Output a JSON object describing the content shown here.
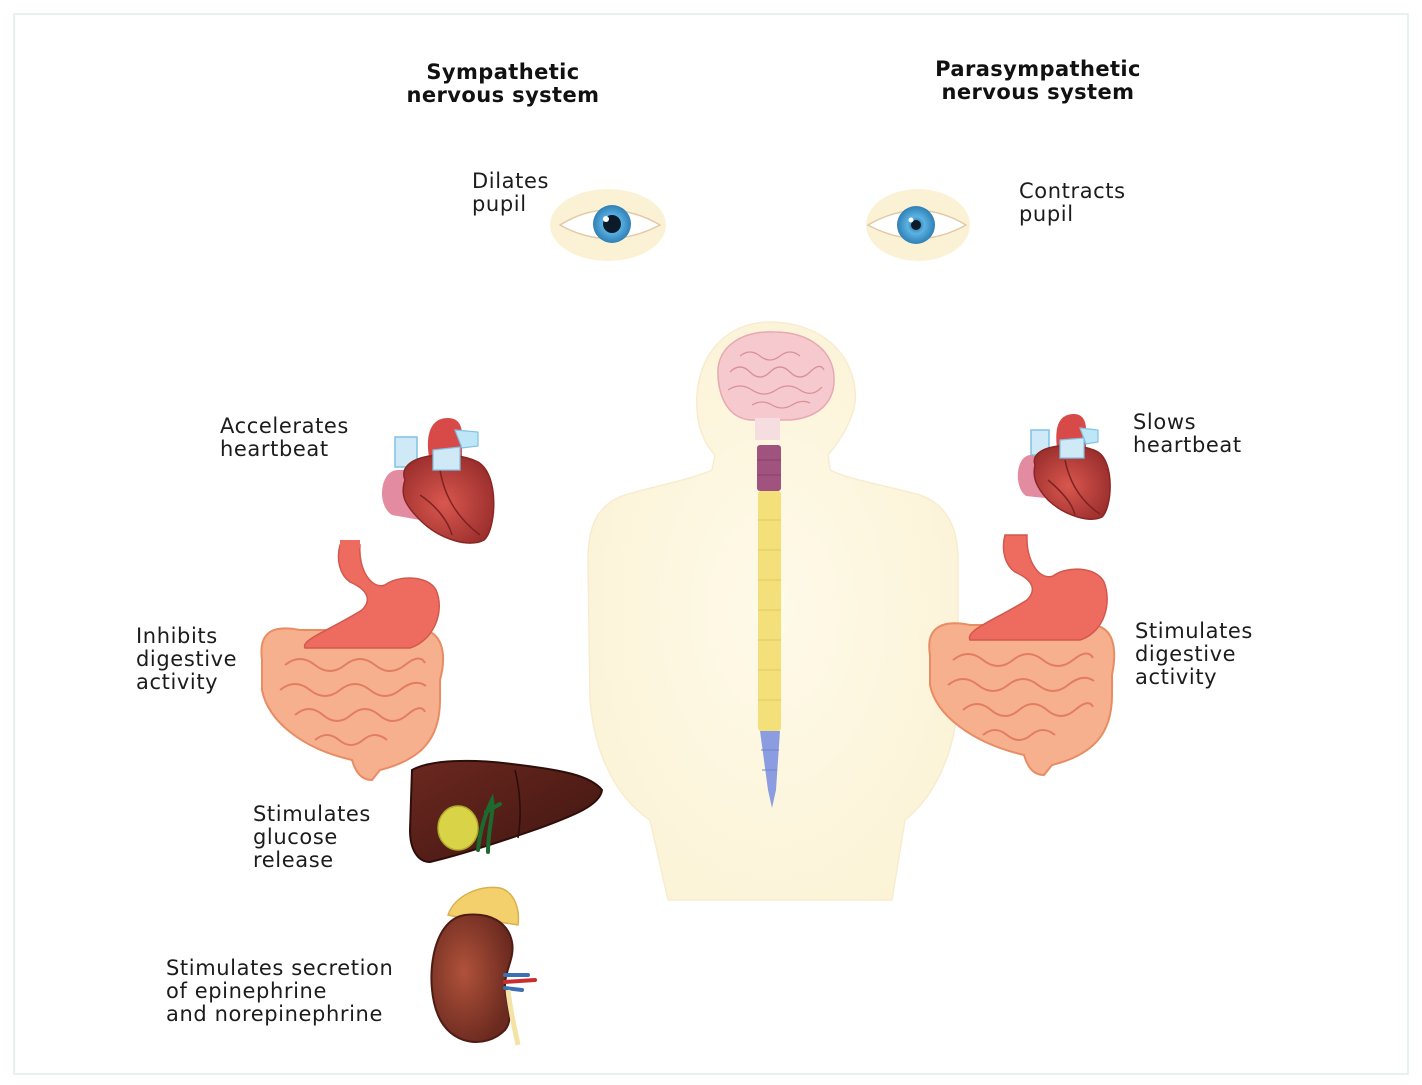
{
  "headers": {
    "sympathetic": [
      "Sympathetic",
      "nervous system"
    ],
    "parasympathetic": [
      "Parasympathetic",
      "nervous system"
    ]
  },
  "sympathetic_effects": [
    {
      "organ": "eye-icon",
      "lines": [
        "Dilates",
        "pupil"
      ]
    },
    {
      "organ": "heart-icon",
      "lines": [
        "Accelerates",
        "heartbeat"
      ]
    },
    {
      "organ": "digestive-tract-icon",
      "lines": [
        "Inhibits",
        "digestive",
        "activity"
      ]
    },
    {
      "organ": "liver-icon",
      "lines": [
        "Stimulates",
        "glucose",
        "release"
      ]
    },
    {
      "organ": "adrenal-kidney-icon",
      "lines": [
        "Stimulates secretion",
        "of epinephrine",
        "and norepinephrine"
      ]
    }
  ],
  "parasympathetic_effects": [
    {
      "organ": "eye-icon",
      "lines": [
        "Contracts",
        "pupil"
      ]
    },
    {
      "organ": "heart-icon",
      "lines": [
        "Slows",
        "heartbeat"
      ]
    },
    {
      "organ": "digestive-tract-icon",
      "lines": [
        "Stimulates",
        "digestive",
        "activity"
      ]
    }
  ],
  "colors": {
    "body_silhouette": "#fdf6e0",
    "brain": "#f6c9cf",
    "spine_cervical": "#a0537e",
    "spine_thoracic": "#f4e07a",
    "spine_lumbar": "#8b9de0",
    "heart": "#c2413f",
    "stomach": "#ee6b5f",
    "intestine": "#f7b08d",
    "liver": "#5e1f1a",
    "kidney": "#8e3b2c",
    "iris": "#5ab3e3"
  }
}
